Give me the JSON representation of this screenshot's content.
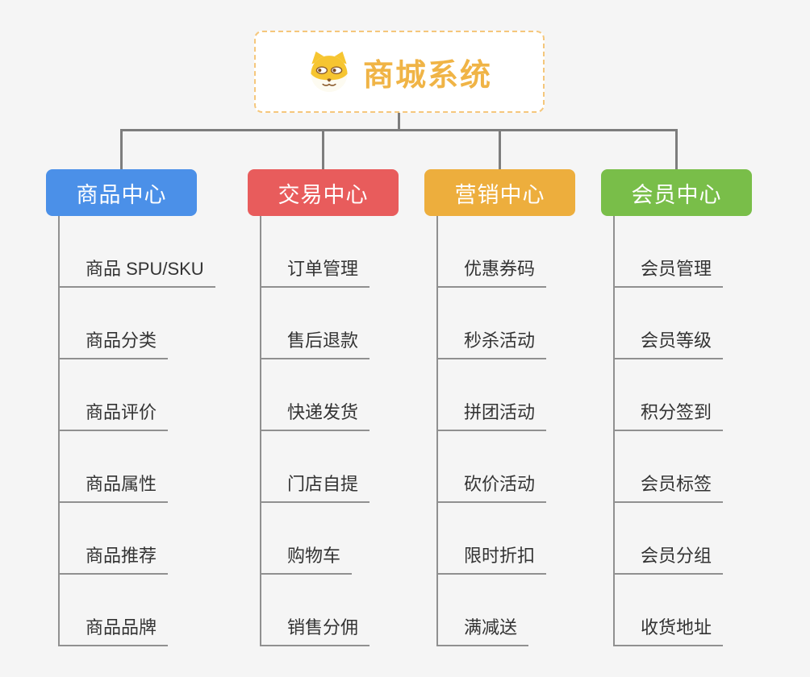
{
  "root": {
    "title": "商城系统",
    "title_color": "#f0b446",
    "border_color": "#f5c77c",
    "icon": "dog-face-icon"
  },
  "connector_color": "#7d7d7d",
  "leaf_line_color": "#909090",
  "branches": [
    {
      "label": "商品中心",
      "color": "#4b90e8",
      "children": [
        "商品 SPU/SKU",
        "商品分类",
        "商品评价",
        "商品属性",
        "商品推荐",
        "商品品牌"
      ]
    },
    {
      "label": "交易中心",
      "color": "#e85c5c",
      "children": [
        "订单管理",
        "售后退款",
        "快递发货",
        "门店自提",
        "购物车",
        "销售分佣"
      ]
    },
    {
      "label": "营销中心",
      "color": "#edae3d",
      "children": [
        "优惠券码",
        "秒杀活动",
        "拼团活动",
        "砍价活动",
        "限时折扣",
        "满减送"
      ]
    },
    {
      "label": "会员中心",
      "color": "#79be49",
      "children": [
        "会员管理",
        "会员等级",
        "积分签到",
        "会员标签",
        "会员分组",
        "收货地址"
      ]
    }
  ]
}
